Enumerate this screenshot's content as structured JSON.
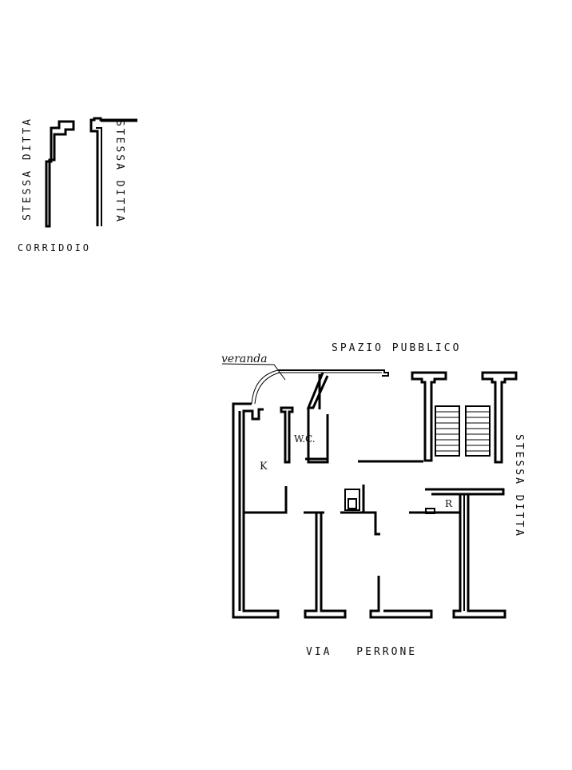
{
  "upper_plan": {
    "left_label": "STESSA DITTA",
    "right_label": "STESSA DITTA",
    "bottom_label": "CORRIDOIO"
  },
  "lower_plan": {
    "top_label": "SPAZIO PUBBLICO",
    "right_label": "STESSA DITTA",
    "bottom_label": "VIA PERRONE",
    "veranda_label": "veranda",
    "rooms": {
      "wc": "W.C.",
      "kitchen": "K",
      "storage": "R"
    }
  }
}
